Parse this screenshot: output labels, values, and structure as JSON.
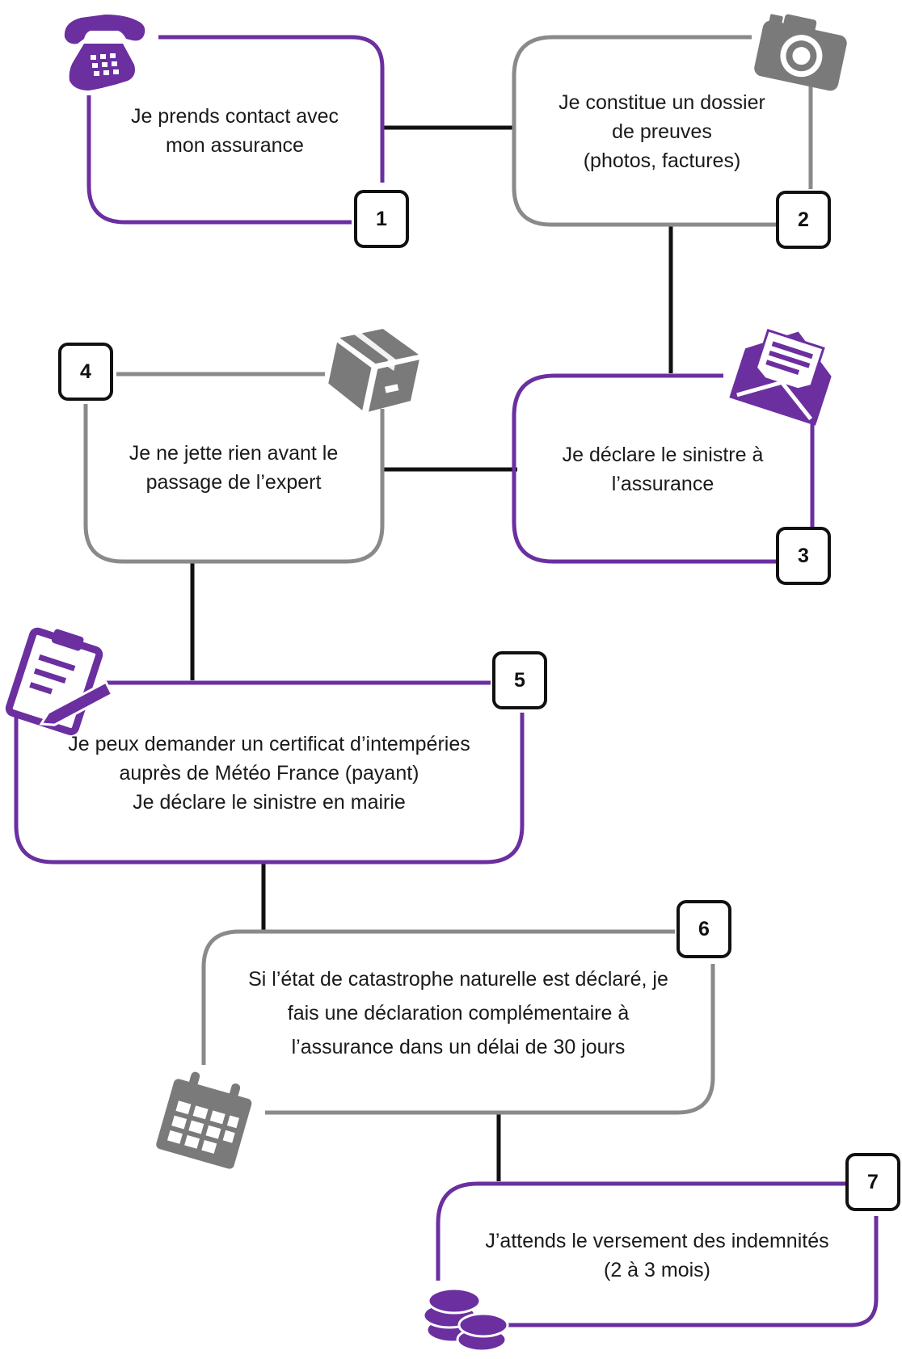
{
  "colors": {
    "purple": "#6b2fa0",
    "gray": "#8a8a8a",
    "connector": "#111111",
    "text": "#1a1a1a"
  },
  "steps": [
    {
      "number": "1",
      "icon": "telephone-icon",
      "border_color": "purple",
      "lines": [
        "Je prends contact avec",
        "mon assurance"
      ]
    },
    {
      "number": "2",
      "icon": "camera-icon",
      "border_color": "gray",
      "lines": [
        "Je constitue un dossier",
        "de preuves",
        "(photos, factures)"
      ]
    },
    {
      "number": "3",
      "icon": "envelope-letter-icon",
      "border_color": "purple",
      "lines": [
        "Je déclare le sinistre à",
        "l’assurance"
      ]
    },
    {
      "number": "4",
      "icon": "box-icon",
      "border_color": "gray",
      "lines": [
        "Je ne jette rien avant le",
        "passage de l’expert"
      ]
    },
    {
      "number": "5",
      "icon": "clipboard-pen-icon",
      "border_color": "purple",
      "lines": [
        "Je peux demander un certificat d’intempéries",
        "auprès de Météo France (payant)",
        "Je déclare le sinistre en mairie"
      ]
    },
    {
      "number": "6",
      "icon": "calendar-icon",
      "border_color": "gray",
      "lines": [
        "Si l’état de catastrophe naturelle est déclaré, je",
        "fais une déclaration complémentaire à",
        "l’assurance dans un délai de 30 jours"
      ]
    },
    {
      "number": "7",
      "icon": "coins-stack-icon",
      "border_color": "purple",
      "lines": [
        "J’attends le versement des indemnités",
        "(2 à 3 mois)"
      ]
    }
  ]
}
